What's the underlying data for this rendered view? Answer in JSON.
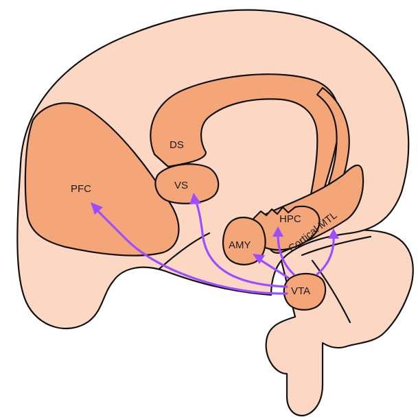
{
  "colors": {
    "brain_fill": "#fcd8c4",
    "region_fill": "#f5a679",
    "outline": "#111111",
    "pathway": "#9b4dff"
  },
  "regions": {
    "pfc": "PFC",
    "ds": "DS",
    "vs": "VS",
    "amy": "AMY",
    "hpc": "HPC",
    "cortical_mtl": "Cortical MTL",
    "vta": "VTA"
  },
  "pathways": [
    {
      "from": "VTA",
      "to": "PFC"
    },
    {
      "from": "VTA",
      "to": "VS"
    },
    {
      "from": "VTA",
      "to": "AMY"
    },
    {
      "from": "VTA",
      "to": "HPC"
    },
    {
      "from": "VTA",
      "to": "Cortical MTL"
    }
  ]
}
